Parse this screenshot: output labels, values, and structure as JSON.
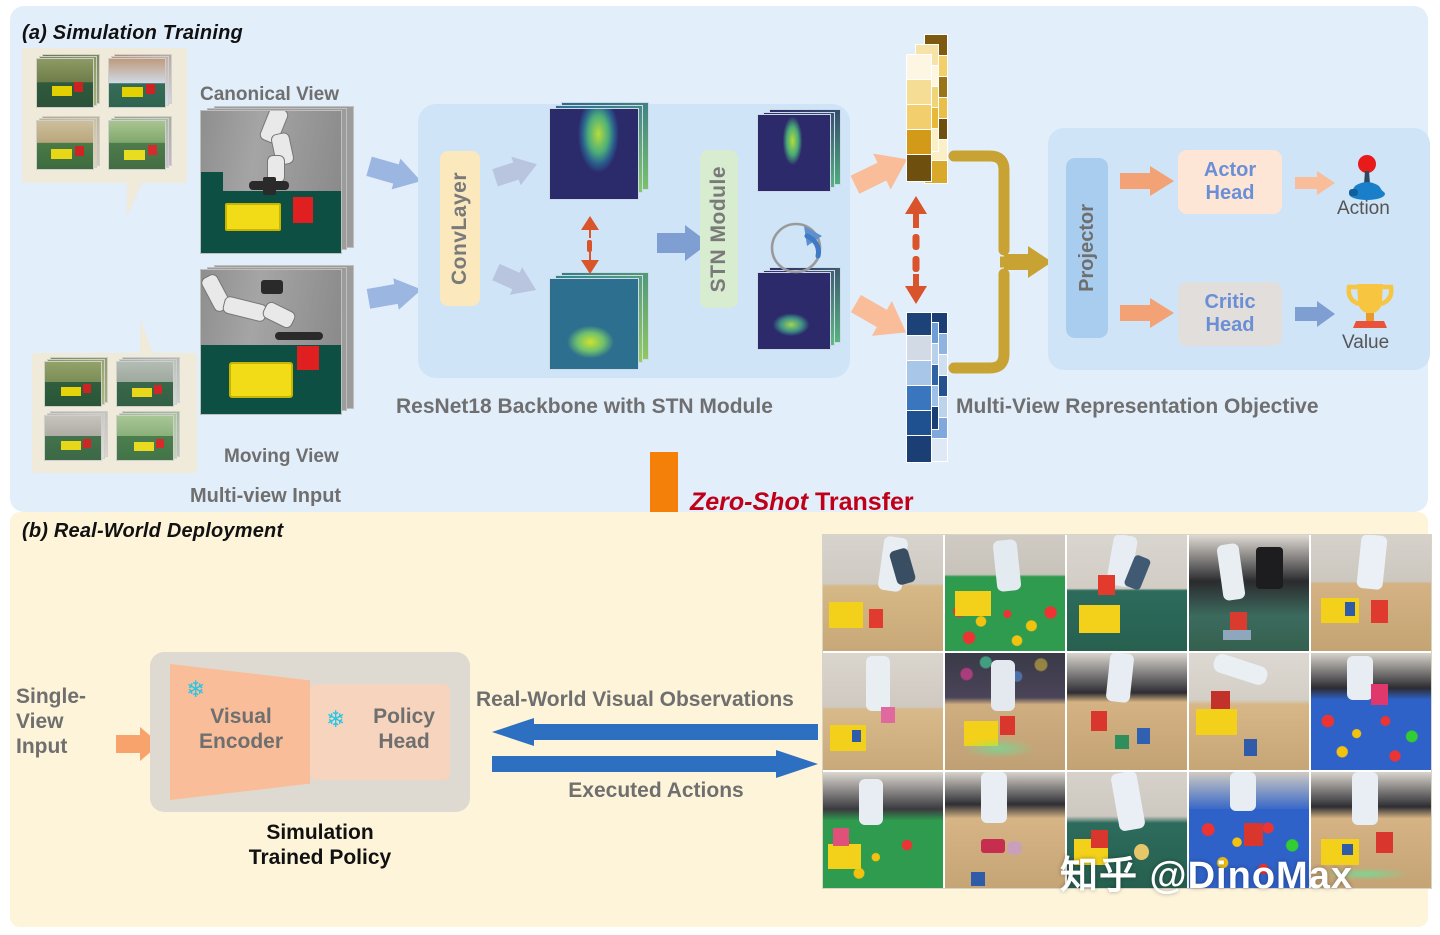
{
  "panel_a": {
    "title": "(a) Simulation Training",
    "canonical_view_label": "Canonical View",
    "moving_view_label": "Moving View",
    "multiview_input_label": "Multi-view Input",
    "conv_layer_label": "ConvLayer",
    "stn_module_label": "STN Module",
    "backbone_caption": "ResNet18 Backbone with STN Module",
    "objective_caption": "Multi-View Representation Objective",
    "projector_label": "Projector",
    "actor_head_label": "Actor Head",
    "critic_head_label": "Critic Head",
    "action_label": "Action",
    "value_label": "Value"
  },
  "transfer": {
    "emphasis": "Zero-Shot",
    "rest": " Transfer"
  },
  "panel_b": {
    "title": "(b) Real-World Deployment",
    "single_view_input_label": "Single-\nView\nInput",
    "visual_encoder_label": "Visual\nEncoder",
    "policy_head_label": "Policy\nHead",
    "policy_caption": "Simulation\nTrained Policy",
    "observations_label": "Real-World Visual Observations",
    "actions_label": "Executed Actions",
    "watermark": "知乎 @DinoMax"
  },
  "colors": {
    "panel_a_bg": "#e3eefb",
    "panel_b_bg": "#fdf4da",
    "backbone_bg": "#cfe4f7",
    "conv_layer_bg": "#fbe9bd",
    "stn_module_bg": "#d8ecd0",
    "actor_head_bg": "#fde6d6",
    "critic_head_bg": "#e2dedb",
    "head_text": "#6b8fd6",
    "projector_bg": "#a8cdee",
    "gold_token": "#c8a233",
    "blue_token": "#1f4e8c",
    "orange_arrow": "#f79646",
    "blue_arrow": "#7fa3d8",
    "big_orange": "#f4800a",
    "blue_solid": "#2d6fc1",
    "zero_shot_red": "#c00018",
    "label_gray": "#6f6f6f"
  },
  "icons": {
    "joystick": "action-joystick-icon",
    "trophy": "value-trophy-icon",
    "snowflake": "frozen-snowflake-icon",
    "rotate": "rotation-circle-icon"
  }
}
